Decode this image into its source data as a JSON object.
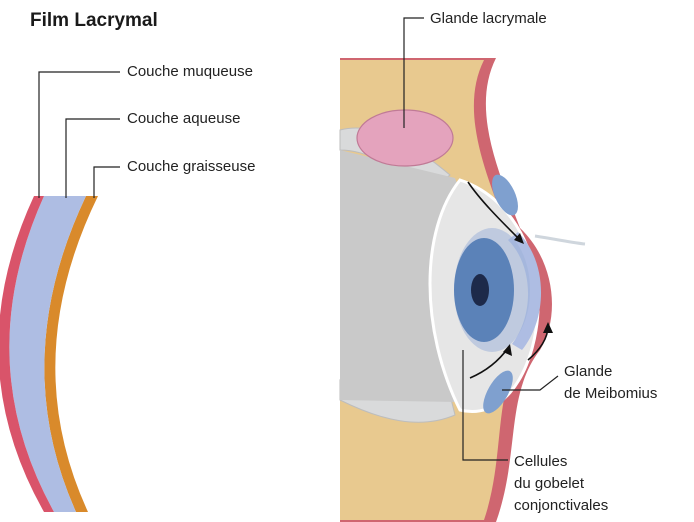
{
  "title": "Film Lacrymal",
  "left_labels": {
    "mucous": "Couche muqueuse",
    "aqueous": "Couche aqueuse",
    "lipid": "Couche graisseuse"
  },
  "right_labels": {
    "lacrimal_gland": "Glande lacrymale",
    "meibomian_line1": "Glande",
    "meibomian_line2": "de Meibomius",
    "goblet_line1": "Cellules",
    "goblet_line2": "du gobelet",
    "goblet_line3": "conjonctivales"
  },
  "colors": {
    "mucous": "#d9546a",
    "aqueous": "#aebde3",
    "lipid": "#d98a2b",
    "skin": "#e8c98f",
    "gland": "#e4a3bd",
    "sclera": "#d4d4d4",
    "iris": "#5b82b8"
  }
}
